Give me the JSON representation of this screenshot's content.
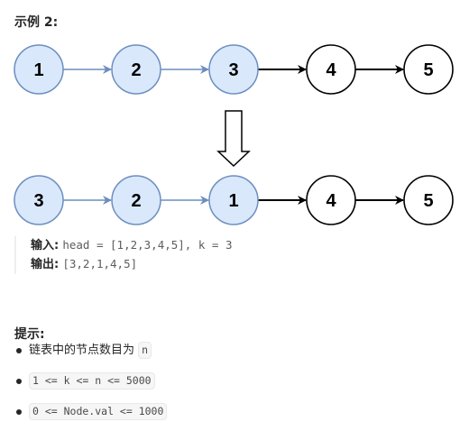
{
  "example_title": "示例 2:",
  "diagram": {
    "colors": {
      "reversed_fill": "#dae8fc",
      "reversed_stroke": "#6c8ebf",
      "plain_fill": "#ffffff",
      "plain_stroke": "#000000",
      "blue_arrow": "#6c8ebf",
      "black_arrow": "#000000"
    },
    "before": [
      {
        "label": "1",
        "reversed": true
      },
      {
        "label": "2",
        "reversed": true
      },
      {
        "label": "3",
        "reversed": true
      },
      {
        "label": "4",
        "reversed": false
      },
      {
        "label": "5",
        "reversed": false
      }
    ],
    "after": [
      {
        "label": "3",
        "reversed": true
      },
      {
        "label": "2",
        "reversed": true
      },
      {
        "label": "1",
        "reversed": true
      },
      {
        "label": "4",
        "reversed": false
      },
      {
        "label": "5",
        "reversed": false
      }
    ]
  },
  "io": {
    "input_label": "输入:",
    "input_value": "head = [1,2,3,4,5], k = 3",
    "output_label": "输出:",
    "output_value": "[3,2,1,4,5]"
  },
  "hints": {
    "title": "提示:",
    "item1_text": "链表中的节点数目为",
    "item1_code": "n",
    "item2_code": "1 <= k <= n <= 5000",
    "item3_code": "0 <= Node.val <= 1000"
  }
}
